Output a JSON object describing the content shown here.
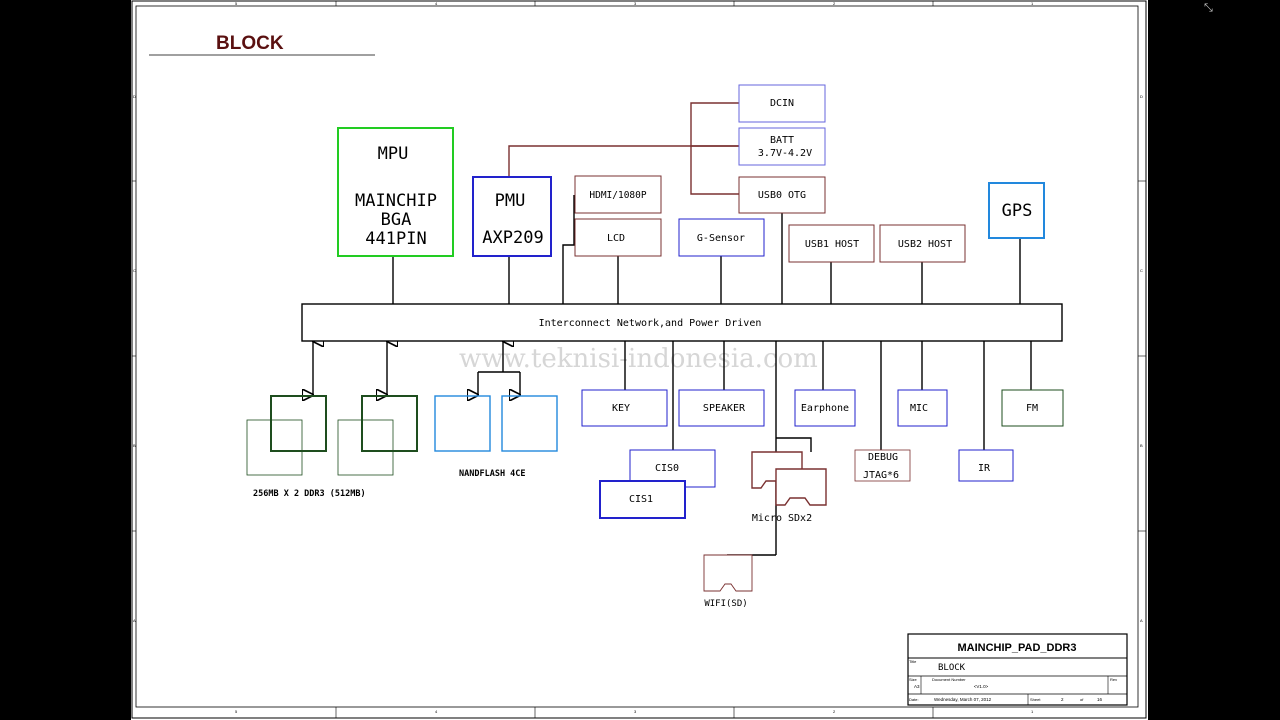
{
  "title": "BLOCK",
  "watermark": "www.teknisi-indonesia.com",
  "blocks": {
    "mpu": [
      "MPU",
      "MAINCHIP",
      "BGA",
      "441PIN"
    ],
    "pmu": [
      "PMU",
      "AXP209"
    ],
    "dcin": "DCIN",
    "batt": [
      "BATT",
      "3.7V-4.2V"
    ],
    "usb0_otg": "USB0 OTG",
    "hdmi": "HDMI/1080P",
    "lcd": "LCD",
    "gsensor": "G-Sensor",
    "usb1_host": "USB1 HOST",
    "usb2_host": "USB2 HOST",
    "gps": "GPS",
    "bus": "Interconnect Network,and Power Driven",
    "key": "KEY",
    "speaker": "SPEAKER",
    "earphone": "Earphone",
    "mic": "MIC",
    "fm": "FM",
    "cis0": "CIS0",
    "cis1": "CIS1",
    "debug": [
      "DEBUG",
      "JTAG*6"
    ],
    "ir": "IR",
    "microsd": "Micro SDx2",
    "wifi": "WIFI(SD)",
    "ddr3": "256MB X 2 DDR3 (512MB)",
    "nandflash": "NANDFLASH 4CE"
  },
  "title_block": {
    "company": "MAINCHIP_PAD_DDR3",
    "title_label": "Title",
    "title_value": "BLOCK",
    "size_label": "Size",
    "size_value": "A3",
    "docnum_label": "Document Number",
    "docnum_value": "<V1.0>",
    "rev_label": "Rev",
    "date_label": "Date:",
    "date_value": "Wednesday, March 07, 2012",
    "sheet_label": "Sheet",
    "sheet_num": "2",
    "of_label": "of",
    "sheet_total": "16"
  },
  "border_markers": {
    "columns": [
      "5",
      "4",
      "3",
      "2",
      "1"
    ],
    "rows": [
      "D",
      "C",
      "B",
      "A"
    ]
  },
  "colors": {
    "green": "#22cc22",
    "blue": "#2222cc",
    "blue_light": "#6666dd",
    "brown": "#7a3030",
    "dark_green": "#1e4d1e",
    "sky": "#2288dd",
    "title_red": "#5a1010"
  }
}
